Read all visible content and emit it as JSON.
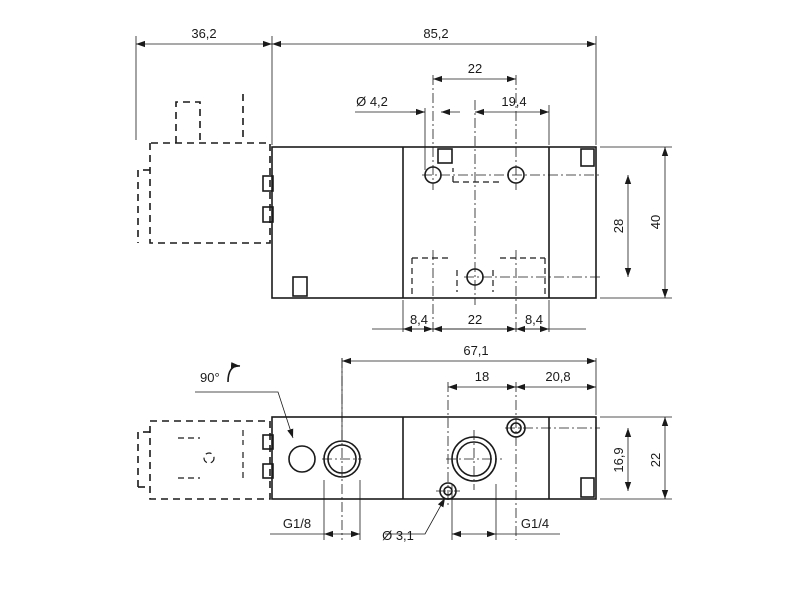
{
  "top_view": {
    "dimensions": {
      "coil_width": "36,2",
      "body_length": "85,2",
      "mount_spacing": "22",
      "hole_diameter": "Ø 4,2",
      "hole_offset": "19,4",
      "vertical_spacing": "28",
      "body_height": "40",
      "bottom_left": "8,4",
      "bottom_mid": "22",
      "bottom_right": "8,4"
    }
  },
  "side_view": {
    "rotation_label": "90°",
    "dimensions": {
      "overall": "67,1",
      "port_spacing": "18",
      "right_offset": "20,8",
      "port_height": "16,9",
      "body_height": "22",
      "port_left": "G1/8",
      "port_center_hole": "Ø 3,1",
      "port_right": "G1/4"
    }
  }
}
